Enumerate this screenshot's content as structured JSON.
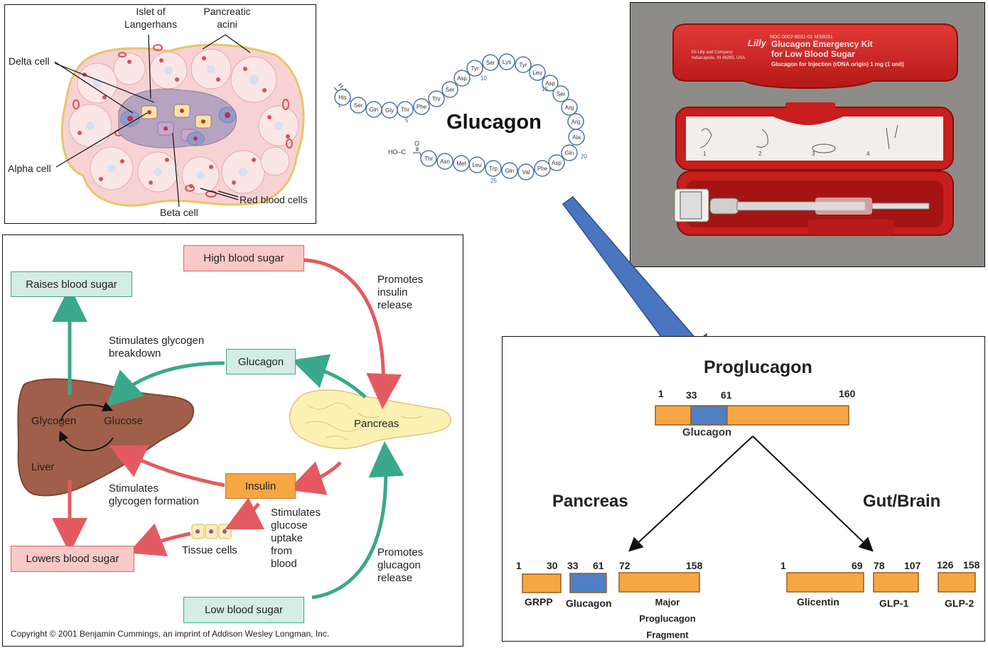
{
  "islet": {
    "labels": {
      "islet": "Islet of\nLangerhans",
      "acini": "Pancreatic\nacini",
      "delta": "Delta cell",
      "alpha": "Alpha cell",
      "beta": "Beta cell",
      "rbc": "Red blood cells"
    }
  },
  "glucagon_seq": {
    "title": "Glucagon",
    "residues": [
      "His",
      "Ser",
      "Gln",
      "Gly",
      "Thr",
      "Phe",
      "Thr",
      "Ser",
      "Asp",
      "Tyr",
      "Ser",
      "Lys",
      "Tyr",
      "Leu",
      "Asp",
      "Ser",
      "Arg",
      "Arg",
      "Ala",
      "Gln",
      "Asp",
      "Phe",
      "Val",
      "Gln",
      "Trp",
      "Leu",
      "Met",
      "Asn",
      "Thr"
    ],
    "numbers": [
      "1",
      "5",
      "10",
      "15",
      "20",
      "25"
    ],
    "n_term": "H₂N",
    "c_term": "HO–C"
  },
  "kit": {
    "line1": "Glucagon Emergency Kit",
    "line2": "for Low Blood Sugar",
    "line3": "Glucagon for Injection (rDNA origin)  1 mg (1 unit)",
    "brand": "Lilly",
    "small": "NDC 0002-8031-01  MS8031",
    "company": "Eli Lilly and Company\nIndianapolis, IN 46285, USA",
    "steps": [
      "1",
      "2",
      "3",
      "4"
    ]
  },
  "regulation": {
    "boxes": {
      "raises": "Raises blood sugar",
      "high": "High blood sugar",
      "glucagon": "Glucagon",
      "insulin": "Insulin",
      "lowers": "Lowers blood sugar",
      "low": "Low blood sugar"
    },
    "labels": {
      "promotes_insulin": "Promotes\ninsulin\nrelease",
      "stim_breakdown": "Stimulates glycogen\nbreakdown",
      "glycogen": "Glycogen",
      "glucose": "Glucose",
      "liver": "Liver",
      "pancreas": "Pancreas",
      "stim_formation": "Stimulates\nglycogen formation",
      "stim_uptake": "Stimulates\nglucose\nuptake\nfrom\nblood",
      "tissue": "Tissue cells",
      "promotes_glucagon": "Promotes\nglucagon\nrelease",
      "copyright": "Copyright © 2001 Benjamin Cummings, an imprint of Addison Wesley Longman, Inc."
    }
  },
  "proglucagon": {
    "title": "Proglucagon",
    "nums": [
      "1",
      "33",
      "61",
      "160"
    ],
    "glucagon_label": "Glucagon",
    "pancreas": "Pancreas",
    "gutbrain": "Gut/Brain",
    "fragments": [
      {
        "start": "1",
        "end": "30",
        "label": "GRPP"
      },
      {
        "start": "33",
        "end": "61",
        "label": "Glucagon"
      },
      {
        "start": "72",
        "end": "158",
        "label": "Major\nProglucagon\nFragment"
      },
      {
        "start": "1",
        "end": "69",
        "label": "Glicentin"
      },
      {
        "start": "78",
        "end": "107",
        "label": "GLP-1"
      },
      {
        "start": "126",
        "end": "158",
        "label": "GLP-2"
      }
    ]
  },
  "colors": {
    "orange": "#f6a743",
    "blue": "#4f7fc4",
    "green_arrow": "#3aa88a",
    "red_arrow": "#e35b60",
    "arrow_blue": "#4a76c0"
  }
}
